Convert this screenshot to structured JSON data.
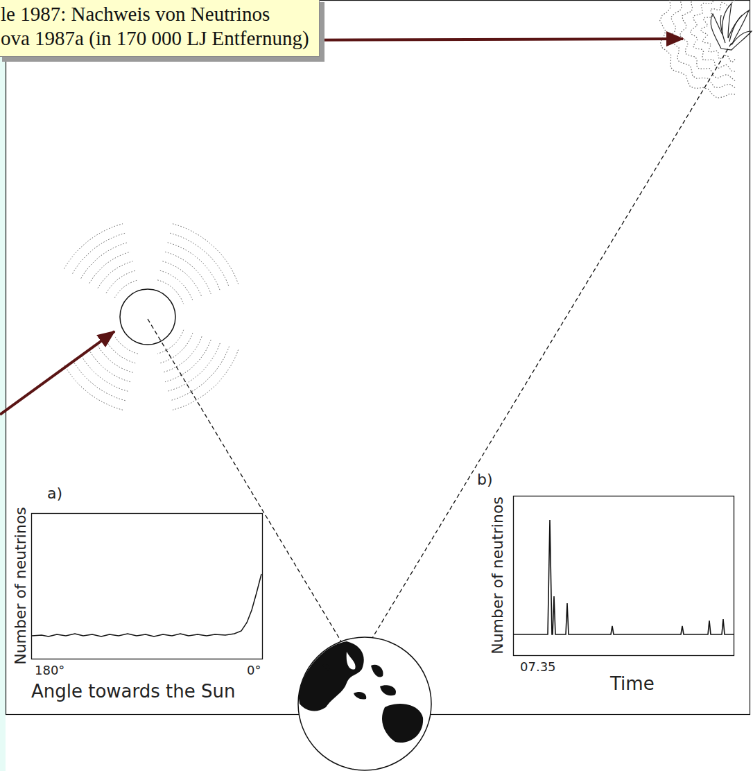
{
  "diagram": {
    "nodes": [
      {
        "text": [
          "le 1987: Nachweis von Neutrinos",
          "ova 1987a (in 170 000 LJ Entfernung)"
        ]
      }
    ],
    "labels": [
      "a)",
      "Number of neutrinos",
      "180°",
      "0°",
      "Angle towards the Sun",
      "b)",
      "Number of neutrinos",
      "07.35",
      "Time"
    ]
  }
}
